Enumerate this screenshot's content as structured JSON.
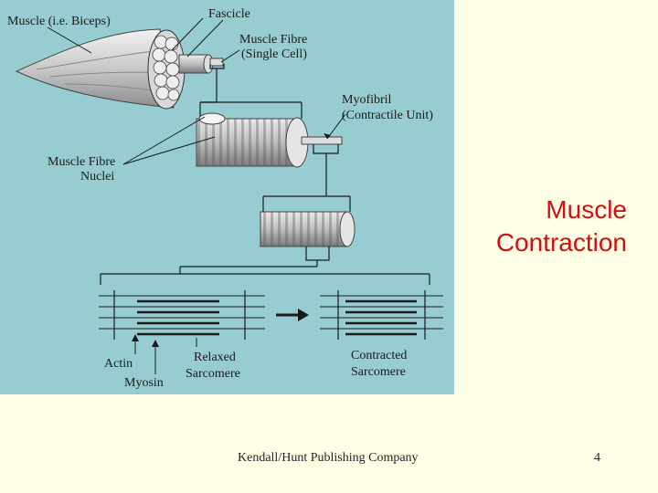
{
  "diagram": {
    "labels": {
      "muscle": "Muscle (i.e. Biceps)",
      "fascicle": "Fascicle",
      "fibre_line1": "Muscle Fibre",
      "fibre_line2": "(Single Cell)",
      "myofibril_line1": "Myofibril",
      "myofibril_line2": "(Contractile Unit)",
      "nuclei_line1": "Muscle Fibre",
      "nuclei_line2": "Nuclei",
      "actin": "Actin",
      "myosin": "Myosin",
      "relaxed_line1": "Relaxed",
      "relaxed_line2": "Sarcomere",
      "contracted_line1": "Contracted",
      "contracted_line2": "Sarcomere"
    },
    "colors": {
      "background": "#97cdd0",
      "ink": "#1a1a1a"
    }
  },
  "slide": {
    "title_line1": "Muscle",
    "title_line2": "Contraction",
    "title_color": "#d01010",
    "footer": "Kendall/Hunt Publishing Company",
    "page_number": "4"
  }
}
